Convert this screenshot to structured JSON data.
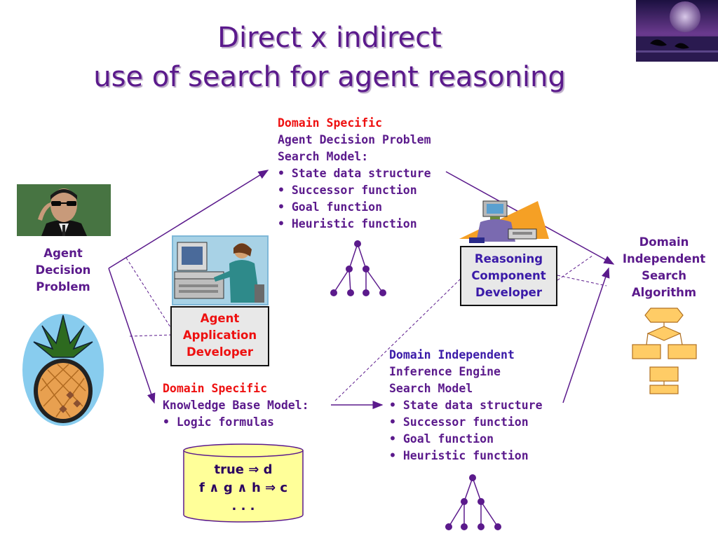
{
  "title": {
    "line1": "Direct x indirect",
    "line2": "use of search for agent reasoning"
  },
  "top_model": {
    "heading": "Domain Specific",
    "lines": [
      "Agent Decision Problem",
      "Search Model:",
      "• State data structure",
      "• Successor function",
      "• Goal function",
      "• Heuristic function"
    ]
  },
  "kb_model": {
    "heading": "Domain Specific",
    "lines": [
      "Knowledge Base Model:",
      "• Logic formulas"
    ]
  },
  "inference_model": {
    "heading": "Domain Independent",
    "lines": [
      "Inference Engine",
      "Search Model",
      "• State data structure",
      "• Successor function",
      "• Goal function",
      "• Heuristic function"
    ]
  },
  "agent_problem": {
    "lines": [
      "Agent",
      "Decision",
      "Problem"
    ]
  },
  "app_developer": {
    "lines": [
      "Agent",
      "Application",
      "Developer"
    ]
  },
  "reasoning_developer": {
    "lines": [
      "Reasoning",
      "Component",
      "Developer"
    ]
  },
  "search_algorithm": {
    "lines": [
      "Domain",
      "Independent",
      "Search",
      "Algorithm"
    ]
  },
  "kb_cylinder": {
    "lines": [
      "true ⇒ d",
      "f ∧ g ∧ h ⇒ c",
      ". . ."
    ]
  },
  "colors": {
    "title": "#5b1a8c",
    "heading_red": "#ee1010",
    "text_purple": "#5b1a8c",
    "box_blue": "#3a1aa8",
    "cylinder": "#ffff99",
    "flowchart": "#ffcc66"
  },
  "icons": [
    "man-with-sunglasses-photo",
    "pineapple-icon",
    "programmer-at-computer-icon",
    "robot-programmer-icon",
    "night-scene-photo",
    "search-tree-icon",
    "flowchart-icon",
    "database-cylinder-icon"
  ]
}
